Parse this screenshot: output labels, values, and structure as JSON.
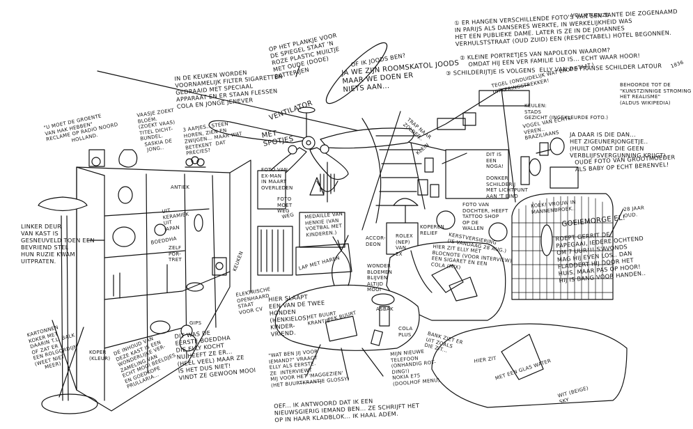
{
  "illustration": {
    "title": "Woonkamer van Elly — getekend interieur met aantekeningen",
    "style": "pen drawing, black ink on white"
  },
  "notes": {
    "header_word": "Voluptueuze",
    "tante_photos": "① Er hangen verschillende foto's van een tante die zogenaamd\nin Parijs als danseres werkte, in werkelijkheid was\nhet een publieke dame. Later is ze in de Johannes\nVerhulststraat (Oud Zuid) een (respectabel) hotel begonnen.",
    "napoleon": "② Kleine portretjes van NAPOLEON waarom?\n    omdat hij een ver familie lid is... echt waar hoor!",
    "latour": "③ Schilderijtje is volgens  Elly van de Franse schilder LATOUR",
    "latour_year": "1836",
    "realisme": "behoorde tot de\n\"kunstzinnige stroming\nhet realisme\"\n(aldus Wikipedia)",
    "tegel": "Tegel (onduidelijk wat erop staat.)\nuitkeringstrekker!",
    "keulen": "Keulen:\nstads\ngezicht (ingekleurde foto.)",
    "vogel": "Vogel van echte\nveren..\nBraziliaans",
    "zigeuner": "Ja daar is die dan...\nhet zigeunerjongetje..\n(huilt omdat die geen\nverblijfsvergunning krijgt)",
    "grootmoeder": "Oude foto van grootmoeder\nals baby op echt berenvel!",
    "joods_q": "of ik Joods ben?",
    "joods_a": "Ja we zijn Roomskatol Joods\nmaar we doen er\nniets aan...",
    "plankje": "Op het plankje voor\nde spiegel staat 'n\nroze plastic muiltje\nmet oude (dode)\nbatterijen",
    "keuken": "In de keuken worden\nvoornamelijk filter sigaretten\ngedraaid met speciaal\napparaat en er staan flessen\ncola en jonge jenever",
    "ventilator": "Ventilator",
    "spotjes": "Met\nspotjes",
    "aapjes": "3 aapjes.. steen\nhoren, zien en\nzwijgen... maar wat\nbetekent  dat\nprecies?",
    "vaasje": "Vaasje zoekt\nbloem.\n(zoekt vaas)\ntitel dicht-\nbundel.\n  Saskia de\n   Jong..",
    "groente": "\"U moet de groente\nvan Hak hebben\"\nreclame op Radio Noord\n              Holland.",
    "trap": "Trap naar\nzolder..",
    "klein": "klein",
    "linker_deur": "Linker deur\nvan kast is\ngesneuveld toen een\nbevriend stel\nhun ruzie kwam\nuitpraten.",
    "antiek": "antiek",
    "keramiek": "uit\nkeramiek\nuit\nJapan",
    "boeddha_label": "Boeddha",
    "zelfportret": "zelf\npor-\ntret",
    "keuken_label": "keuken",
    "kartonnen_koker": "Kartonnen\nkoker met\ndaarin t.l. balk\nof zat er\neen rolgordijn\n(weet niet\n     meer)",
    "koper": "koper\n(kleur)",
    "inhoud_kast": "De inhoud van\ndeze kast is een\nwonderlijke ver-\nzameling van\necht mooi beeldjes\nen goedkope\nprullaria...",
    "gips": "gips",
    "boeddha_story": "Dit was de\neerste Boeddha\ndie Elly kocht\nnu heeft ze er...\n(heel veel) maar ze\nis het dus niet!\nvindt ze gewoon mooi",
    "openhaard": "Elektrische\nopenhaard\nstaat\nvoor cv",
    "honden": "Hier slaapt\neen van de twee\nhonden\n(Henkielos)\nkinder-\nvriend.",
    "exman": "Foto van\nex-man\nin maart\noverleden",
    "foto_weg": "foto\nmoet\nweg",
    "weg": "weg",
    "medaille": "Medaille van\nHenkie (van\nvoetbal met\nkinderen.)",
    "lap_haren": "lap met haren",
    "accordeon": "Accor-\ndeon",
    "rolex": "Rolex\n(nep)\nvan\nex",
    "koperen_relief": "Koperen\nrelief",
    "foto_dochter": "Foto van\ndochter, heeft\ntattoo shop\nop de\nWallen",
    "dit_noga": "Dit is\neen\nnoga!",
    "donker": "Donker\nschilderij\nmet lichtpunt\naan 't eind",
    "kerstversiering": "Kerstversiering\n(is vandaag 28 aug.)",
    "wonder_bloemen": "Wonder\nbloemen\nblijven\naltijd\nmooi",
    "elly_zit": "Hier zit Elly met\nblocnote (voor interview)\neen sigaret en een\ncola (mix)",
    "koek": "Koek! Vrouw in\nmannenbroek..",
    "goeiemorge": "Goeiemorge El!",
    "papegaai": "Roept Gerrit de\npapegaai, iedere ochtend\nom 7 uur!!! S'avonds\nmag hij even los.. dan\nfladdert hij door het\nhuis. Maar pas op hoor!\nHij is bang voor handen..",
    "jaar": "28 jaar\noud.",
    "buurtkrantje": "Het buurt\nkrantje",
    "krantje_cover": "Pek Buurt",
    "asbak": "asbak",
    "cola_plus": "Cola\nplus",
    "bank": "Bank ziet er\nuit zoals\ndie zit...",
    "telefoon": "Mijn nieuwe\ntelefoon\n(onhandig rot-\nding!)\nNokia E75\n(doolhof menu)",
    "interview_q": "\"Wat ben jij voor\niemand?\" vraagt\nElly als eerste.\nze  interviewt\nmij voor het 'Maggezien'\n(het buurt̶k̶r̶a̶n̶t̶j̶e glossy)",
    "antwoord": "Oef... ik antwoord dat ik een\nnieuwsgierig iemand ben... ze schrijft het\nop in haar kladblok... ik haal adem.",
    "hier_zit": "Hier zit",
    "glas_water": "met een glas water",
    "wit_beige": "wit (beige)\nsky"
  }
}
